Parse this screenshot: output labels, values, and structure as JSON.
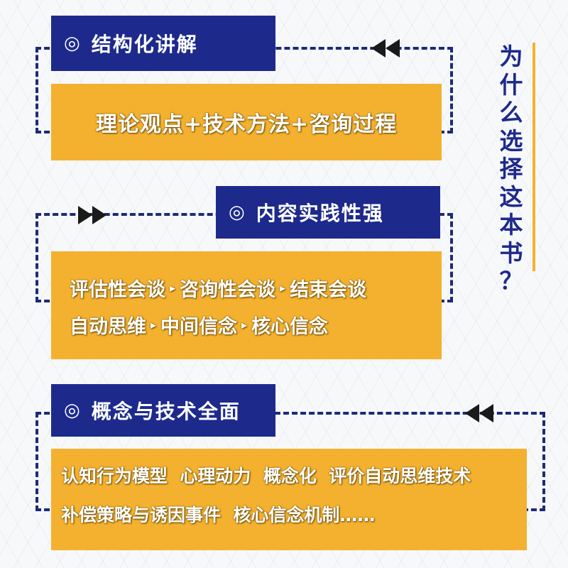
{
  "side_title": [
    "为",
    "什",
    "么",
    "选",
    "择",
    "这",
    "本",
    "书",
    "？"
  ],
  "bullet": "◎",
  "arrow": "▸",
  "sections": [
    {
      "heading": "结构化讲解",
      "lines": [
        [
          "理论观点+技术方法+咨询过程"
        ]
      ]
    },
    {
      "heading": "内容实践性强",
      "lines": [
        [
          "评估性会谈",
          "咨询性会谈",
          "结束会谈"
        ],
        [
          "自动思维",
          "中间信念",
          "核心信念"
        ]
      ]
    },
    {
      "heading": "概念与技术全面",
      "lines": [
        [
          "认知行为模型  心理动力  概念化  评价自动思维技术"
        ],
        [
          "补偿策略与诱因事件  核心信念机制……"
        ]
      ]
    }
  ],
  "colors": {
    "navy": "#1d2a8c",
    "gold": "#f4b12f"
  }
}
